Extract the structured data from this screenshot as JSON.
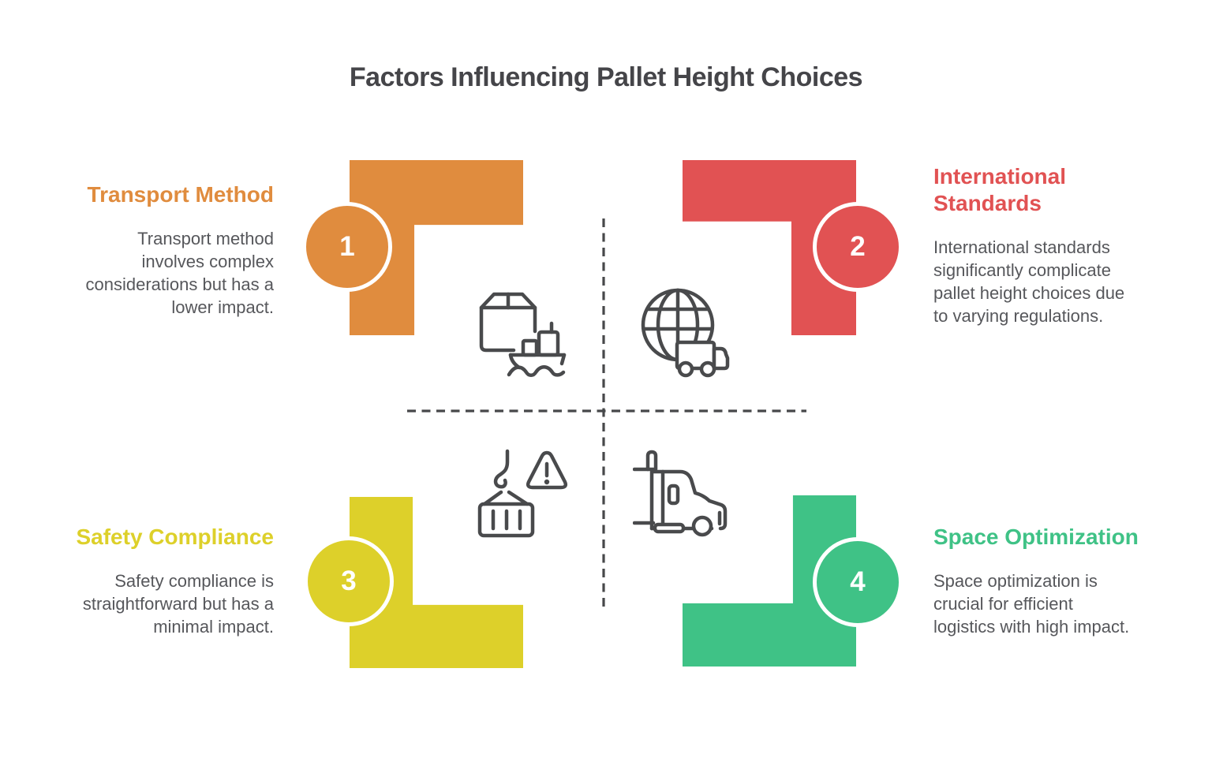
{
  "title": "Factors Influencing Pallet Height Choices",
  "colors": {
    "background": "#FFFFFF",
    "title_text": "#454549",
    "body_text": "#56575B",
    "icon_stroke": "#494A4C",
    "divider": "#47484A"
  },
  "quadrants": [
    {
      "id": "transport-method",
      "number": "1",
      "heading": "Transport Method",
      "heading_lines": [
        "Transport Method"
      ],
      "description": "Transport method involves complex considerations but has a lower impact.",
      "description_lines": [
        "Transport method",
        "involves complex",
        "considerations but has a",
        "lower impact."
      ],
      "color": "#E08C3E",
      "icon": "package-ship-icon"
    },
    {
      "id": "international-standards",
      "number": "2",
      "heading": "International Standards",
      "heading_lines": [
        "International",
        "Standards"
      ],
      "description": "International standards significantly complicate pallet height choices due to varying regulations.",
      "description_lines": [
        "International standards",
        "significantly complicate",
        "pallet height choices due",
        "to varying regulations."
      ],
      "color": "#E15253",
      "icon": "globe-truck-icon"
    },
    {
      "id": "safety-compliance",
      "number": "3",
      "heading": "Safety Compliance",
      "heading_lines": [
        "Safety Compliance"
      ],
      "description": "Safety compliance is straightforward but has a minimal impact.",
      "description_lines": [
        "Safety compliance is",
        "straightforward but has a",
        "minimal impact."
      ],
      "color": "#DDD02A",
      "icon": "crane-container-warning-icon"
    },
    {
      "id": "space-optimization",
      "number": "4",
      "heading": "Space Optimization",
      "heading_lines": [
        "Space Optimization"
      ],
      "description": "Space optimization is crucial for efficient logistics with high impact.",
      "description_lines": [
        "Space optimization is",
        "crucial for efficient",
        "logistics with high impact."
      ],
      "color": "#3FC286",
      "icon": "semi-truck-icon"
    }
  ]
}
